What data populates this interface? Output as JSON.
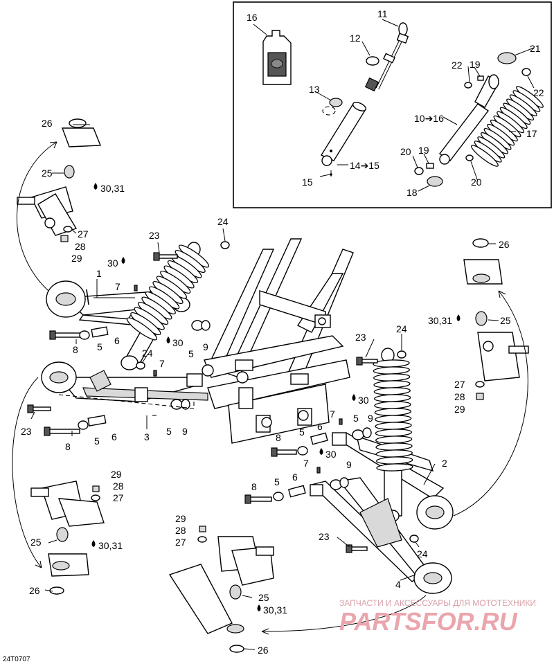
{
  "diagram": {
    "code": "24T0707",
    "watermark_line1": "ЗАПЧАСТИ И АКСЕССУАРЫ ДЛЯ МОТОТЕХНИКИ",
    "watermark_line2": "PARTSFOR.RU"
  },
  "callouts": {
    "c1": "1",
    "c2": "2",
    "c3": "3",
    "c4": "4",
    "c5a": "5",
    "c5b": "5",
    "c5c": "5",
    "c5d": "5",
    "c5e": "5",
    "c5f": "5",
    "c6a": "6",
    "c6b": "6",
    "c6c": "6",
    "c6d": "6",
    "c7a": "7",
    "c7b": "7",
    "c7c": "7",
    "c7d": "7",
    "c8a": "8",
    "c8b": "8",
    "c8c": "8",
    "c8d": "8",
    "c9a": "9",
    "c9b": "9",
    "c9c": "9",
    "c9d": "9",
    "c10": "10➔16",
    "c11": "11",
    "c12": "12",
    "c13": "13",
    "c14": "14➔15",
    "c15": "15",
    "c16": "16",
    "c17": "17",
    "c18": "18",
    "c19a": "19",
    "c19b": "19",
    "c20a": "20",
    "c20b": "20",
    "c21": "21",
    "c22a": "22",
    "c22b": "22",
    "c23a": "23",
    "c23b": "23",
    "c23c": "23",
    "c23d": "23",
    "c24a": "24",
    "c24b": "24",
    "c24c": "24",
    "c24d": "24",
    "c25a": "25",
    "c25b": "25",
    "c25c": "25",
    "c25d": "25",
    "c26a": "26",
    "c26b": "26",
    "c26c": "26",
    "c26d": "26",
    "c27a": "27",
    "c27b": "27",
    "c27c": "27",
    "c27d": "27",
    "c28a": "28",
    "c28b": "28",
    "c28c": "28",
    "c28d": "28",
    "c29a": "29",
    "c29b": "29",
    "c29c": "29",
    "c29d": "29",
    "c30a": "30",
    "c30b": "30",
    "c30c": "30",
    "c30d": "30",
    "c3031a": "30,31",
    "c3031b": "30,31",
    "c3031c": "30,31",
    "c3031d": "30,31"
  },
  "icons": {
    "lubricant": "oil-drop-icon",
    "oil_bottle": "oil-bottle-icon"
  }
}
